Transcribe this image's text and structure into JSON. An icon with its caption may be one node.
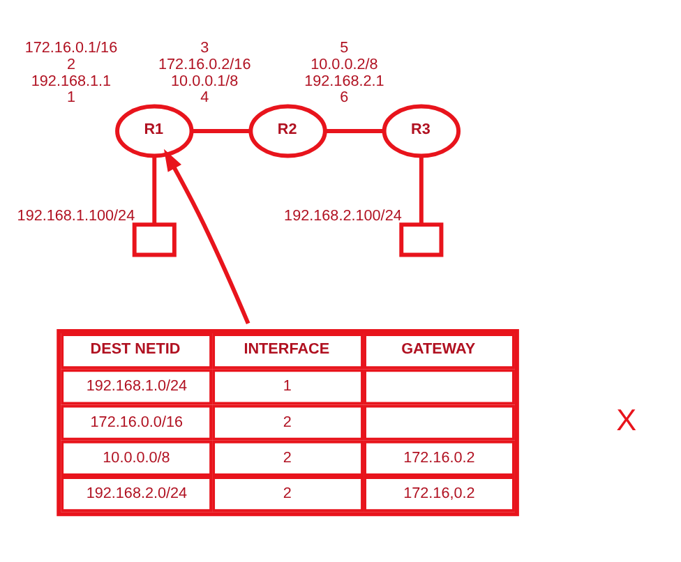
{
  "diagram": {
    "nodes": [
      {
        "text": [
          "R1"
        ],
        "beside": [
          "172.16.0.1/16",
          "2",
          "192.168.1.1",
          "1"
        ]
      },
      {
        "text": [
          "R2"
        ],
        "beside": [
          "3",
          "172.16.0.2/16",
          "10.0.0.1/8",
          "4"
        ]
      },
      {
        "text": [
          "R3"
        ],
        "beside": [
          "5",
          "10.0.0.2/8",
          "192.168.2.1",
          "6"
        ]
      },
      {
        "text": [],
        "shape": "box",
        "beside": [
          "192.168.1.100/24"
        ]
      },
      {
        "text": [],
        "shape": "box",
        "beside": [
          "192.168.2.100/24"
        ]
      },
      {
        "text": [
          "DEST NETID",
          "INTERFACE",
          "GATEWAY",
          "192.168.1.0/24",
          "1",
          "172.16.0.0/16",
          "2",
          "10.0.0.0/8",
          "2",
          "172.16.0.2",
          "192.168.2.0/24",
          "2",
          "172.16,0.2"
        ]
      }
    ],
    "edges": [
      {
        "from": 0,
        "to": 1,
        "arrow": "none"
      },
      {
        "from": 1,
        "to": 2,
        "arrow": "none"
      },
      {
        "from": 0,
        "to": 3,
        "arrow": "none"
      },
      {
        "from": 2,
        "to": 4,
        "arrow": "none"
      },
      {
        "from": 5,
        "to": 0,
        "arrow": "to"
      }
    ],
    "labels": [
      "X"
    ]
  }
}
